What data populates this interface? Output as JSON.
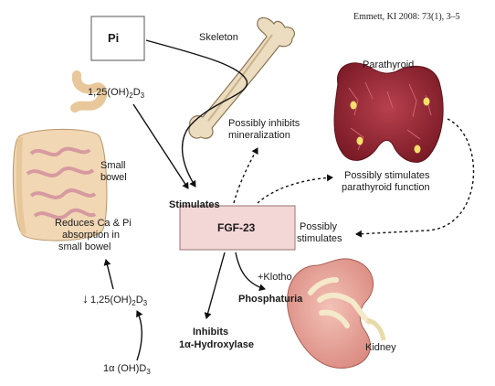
{
  "citation": "Emmett, KI 2008: 73(1), 3–5",
  "pi_box": "Pi",
  "fgf_box": "FGF-23",
  "skeleton": {
    "name": "Skeleton",
    "effect_line1": "Possibly inhibits",
    "effect_line2": "mineralization"
  },
  "parathyroid": {
    "name": "Parathyroid",
    "effect_line1": "Possibly stimulates",
    "effect_line2": "parathyroid function"
  },
  "bowel": {
    "name_line1": "Small",
    "name_line2": "bowel",
    "effect_line1": "Reduces Ca & Pi",
    "effect_line2": "absorption in",
    "effect_line3": "small bowel"
  },
  "kidney": {
    "name": "Kidney",
    "klotho": "+Klotho",
    "phosphaturia": "Phosphaturia"
  },
  "vitd_top": {
    "base": "1,25(OH)",
    "sub1": "2",
    "mid": "D",
    "sub2": "3"
  },
  "vitd_decrease": {
    "arrow": "↓",
    "base": "1,25(OH)",
    "sub1": "2",
    "mid": "D",
    "sub2": "3"
  },
  "vitd_precursor": {
    "base": "1α (OH)",
    "sub": "3",
    "prefix": "D"
  },
  "stimulates": "Stimulates",
  "possibly_stimulates_line1": "Possibly",
  "possibly_stimulates_line2": "stimulates",
  "inhibits_line1": "Inhibits",
  "inhibits_line2": "1α-Hydroxylase"
}
